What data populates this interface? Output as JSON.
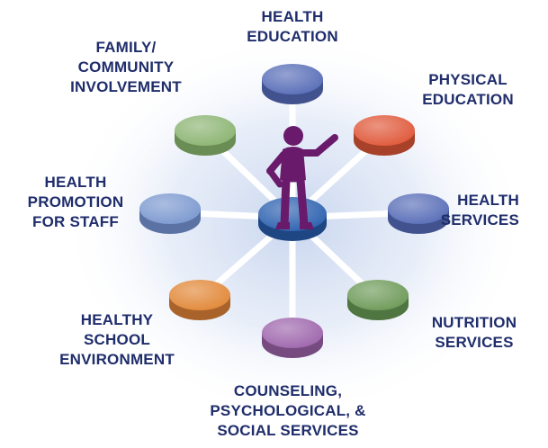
{
  "diagram": {
    "nodes": [
      {
        "id": "health-education",
        "label_lines": [
          "HEALTH",
          "EDUCATION"
        ],
        "color": "#5a6fb8",
        "side": "#41528f"
      },
      {
        "id": "physical-education",
        "label_lines": [
          "PHYSICAL",
          "EDUCATION"
        ],
        "color": "#e05a3c",
        "side": "#a84129"
      },
      {
        "id": "health-services",
        "label_lines": [
          "HEALTH",
          "SERVICES"
        ],
        "color": "#5a6fb8",
        "side": "#41528f"
      },
      {
        "id": "nutrition-services",
        "label_lines": [
          "NUTRITION",
          "SERVICES"
        ],
        "color": "#6f9b5a",
        "side": "#4f7540"
      },
      {
        "id": "counseling",
        "label_lines": [
          "COUNSELING,",
          "PSYCHOLOGICAL, &",
          "SOCIAL SERVICES"
        ],
        "color": "#9f68ad",
        "side": "#754b80"
      },
      {
        "id": "healthy-school-environment",
        "label_lines": [
          "HEALTHY",
          "SCHOOL",
          "ENVIRONMENT"
        ],
        "color": "#e2893a",
        "side": "#a9632a"
      },
      {
        "id": "health-promotion-staff",
        "label_lines": [
          "HEALTH",
          "PROMOTION",
          "FOR STAFF"
        ],
        "color": "#7d9ad0",
        "side": "#5b73a4"
      },
      {
        "id": "family-community",
        "label_lines": [
          "FAMILY/",
          "COMMUNITY",
          "INVOLVEMENT"
        ],
        "color": "#8db574",
        "side": "#6a8c55"
      }
    ],
    "hub": {
      "color": "#2f63b0",
      "side": "#1e4683"
    },
    "figure_color": "#6a1a6b",
    "label_color": "#1f2d6b"
  }
}
